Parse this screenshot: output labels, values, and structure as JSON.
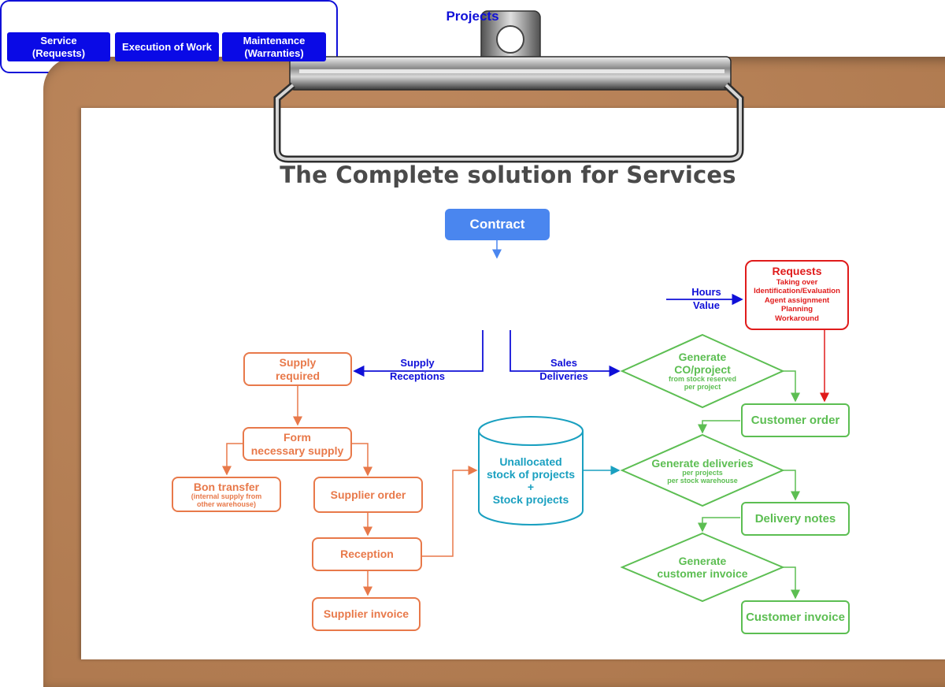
{
  "title": "The Complete solution for Services",
  "colors": {
    "blue": "#1010d8",
    "contract_blue": "#4a86ef",
    "red": "#e01b1b",
    "orange": "#e8794a",
    "green": "#5cbe52",
    "teal": "#1aa0c0",
    "board": "#b97f51"
  },
  "contract": "Contract",
  "projects": {
    "title": "Projects",
    "service_l1": "Service",
    "service_l2": "(Requests)",
    "execution": "Execution of Work",
    "maint_l1": "Maintenance",
    "maint_l2": "(Warranties)"
  },
  "hours_value": {
    "l1": "Hours",
    "l2": "Value"
  },
  "requests": {
    "title": "Requests",
    "items": [
      "Taking over",
      "Identification/Evaluation",
      "Agent assignment",
      "Planning",
      "Workaround"
    ]
  },
  "supply_receptions": {
    "l1": "Supply",
    "l2": "Receptions"
  },
  "sales_deliveries": {
    "l1": "Sales",
    "l2": "Deliveries"
  },
  "supply_required": {
    "l1": "Supply",
    "l2": "required"
  },
  "form_supply": {
    "l1": "Form",
    "l2": "necessary supply"
  },
  "bon_transfer": {
    "title": "Bon transfer",
    "sub1": "(internal supply from",
    "sub2": "other warehouse)"
  },
  "supplier_order": "Supplier order",
  "reception": "Reception",
  "supplier_invoice": "Supplier invoice",
  "stock": {
    "l1": "Unallocated",
    "l2": "stock of projects",
    "l3": "+",
    "l4": "Stock projects"
  },
  "generate_co": {
    "l1": "Generate",
    "l2": "CO/project",
    "sub1": "from stock reserved",
    "sub2": "per project"
  },
  "customer_order": "Customer order",
  "generate_deliveries": {
    "l1": "Generate deliveries",
    "sub1": "per projects",
    "sub2": "per stock warehouse"
  },
  "delivery_notes": "Delivery notes",
  "generate_invoice": {
    "l1": "Generate",
    "l2": "customer invoice"
  },
  "customer_invoice": "Customer invoice"
}
